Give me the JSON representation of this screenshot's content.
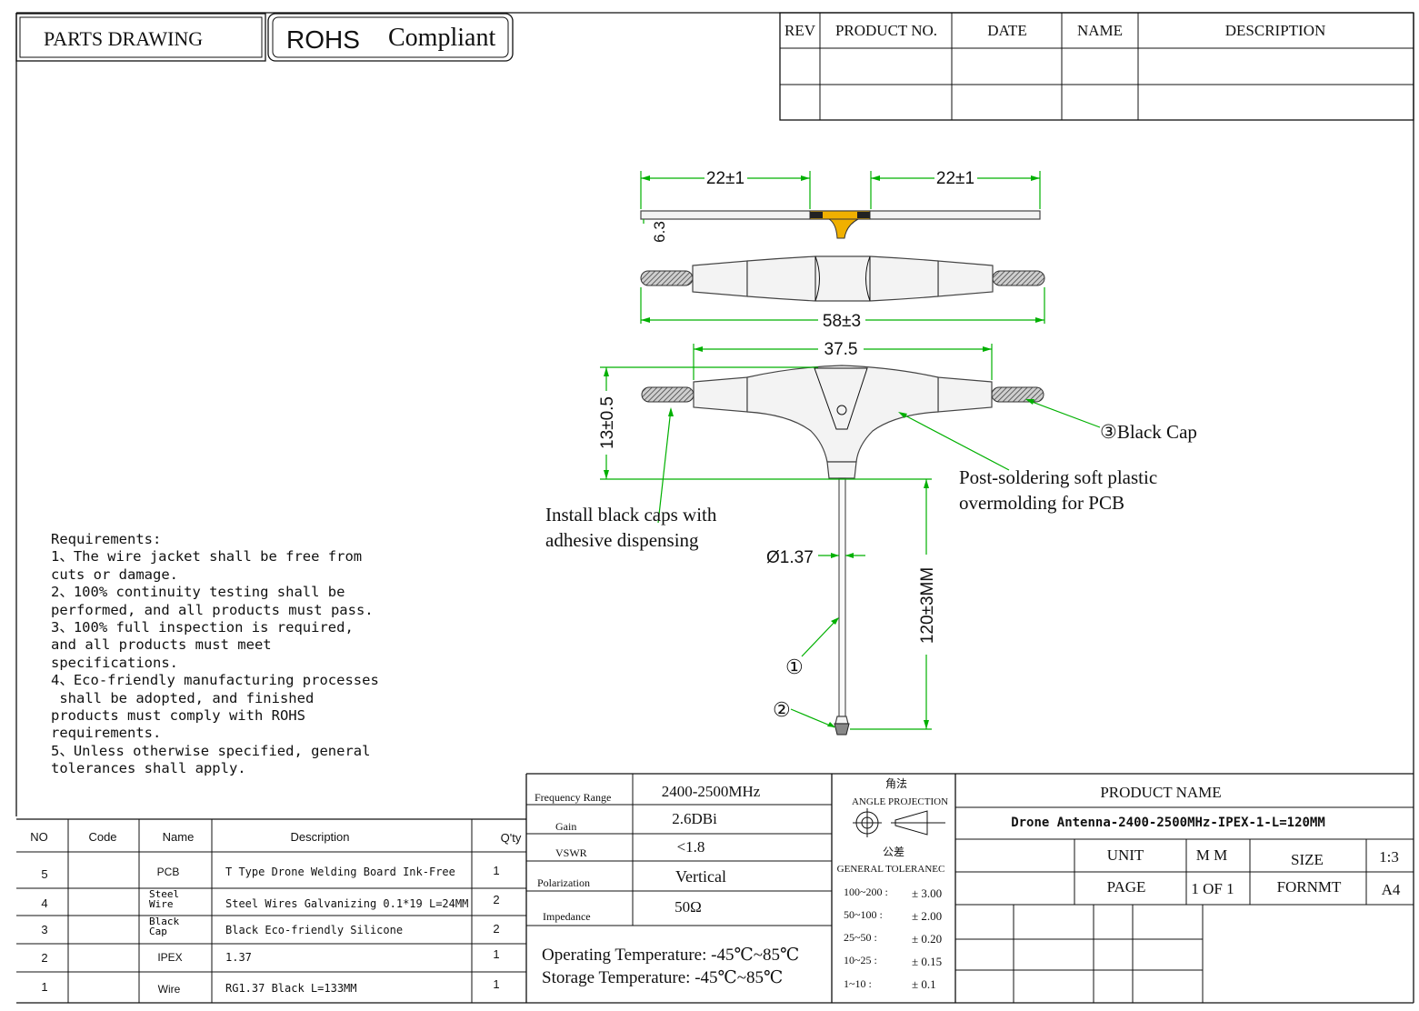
{
  "header": {
    "parts_drawing": "PARTS DRAWING",
    "rohs_word": "ROHS",
    "compliant_word": "Compliant"
  },
  "revision_table": {
    "headers": [
      "REV",
      "PRODUCT NO.",
      "DATE",
      "NAME",
      "DESCRIPTION"
    ]
  },
  "dimensions": {
    "left_arm": "22±1",
    "right_arm": "22±1",
    "thickness": "6.3",
    "overall_length": "58±3",
    "body_width": "37.5",
    "body_height": "13±0.5",
    "wire_diameter": "Ø1.37",
    "wire_length": "120±3MM"
  },
  "callouts": {
    "black_cap": "③Black Cap",
    "overmold_line1": "Post-soldering soft plastic",
    "overmold_line2": "overmolding for PCB",
    "caps_line1": "Install black caps with",
    "caps_line2": "adhesive dispensing",
    "marker_1": "①",
    "marker_2": "②"
  },
  "requirements": {
    "title": "Requirements:",
    "lines": [
      "1、The wire jacket shall be free from",
      "cuts or damage.",
      "2、100% continuity testing shall be",
      "performed, and all products must pass.",
      "3、100% full inspection is required,",
      "and all products must meet",
      "specifications.",
      "4、Eco-friendly manufacturing processes",
      " shall be adopted, and finished",
      "products must comply with ROHS",
      "requirements.",
      "5、Unless otherwise specified, general",
      "tolerances shall apply."
    ]
  },
  "bom": {
    "headers": [
      "NO",
      "Code",
      "Name",
      "Description",
      "Q'ty"
    ],
    "rows": [
      {
        "no": "5",
        "code": "",
        "name": "PCB",
        "description": "T Type Drone Welding Board Ink-Free",
        "qty": "1"
      },
      {
        "no": "4",
        "code": "",
        "name": "Steel Wire",
        "description": "Steel Wires Galvanizing 0.1*19 L=24MM",
        "qty": "2"
      },
      {
        "no": "3",
        "code": "",
        "name": "Black Cap",
        "description": "Black Eco-friendly Silicone",
        "qty": "2"
      },
      {
        "no": "2",
        "code": "",
        "name": "IPEX",
        "description": "1.37",
        "qty": "1"
      },
      {
        "no": "1",
        "code": "",
        "name": "Wire",
        "description": "RG1.37 Black L=133MM",
        "qty": "1"
      }
    ]
  },
  "specs": {
    "rows": [
      {
        "label": "Frequency Range",
        "value": "2400-2500MHz"
      },
      {
        "label": "Gain",
        "value": "2.6DBi"
      },
      {
        "label": "VSWR",
        "value": "<1.8"
      },
      {
        "label": "Polarization",
        "value": "Vertical"
      },
      {
        "label": "Impedance",
        "value": "50Ω"
      }
    ],
    "operating_temp": "Operating Temperature: -45℃~85℃",
    "storage_temp": "Storage Temperature: -45℃~85℃"
  },
  "projection": {
    "angle_cn": "角法",
    "angle_en": "ANGLE PROJECTION",
    "tolerance_cn": "公差",
    "tolerance_en": "GENERAL TOLERANEC",
    "tolerances": [
      {
        "range": "100~200 :",
        "value": "± 3.00"
      },
      {
        "range": "50~100 :",
        "value": "± 2.00"
      },
      {
        "range": "25~50 :",
        "value": "± 0.20"
      },
      {
        "range": "10~25 :",
        "value": "± 0.15"
      },
      {
        "range": "1~10 :",
        "value": "± 0.1"
      }
    ]
  },
  "title_block": {
    "product_name_label": "PRODUCT NAME",
    "product_name": "Drone Antenna-2400-2500MHz-IPEX-1-L=120MM",
    "unit_label": "UNIT",
    "unit_value": "M M",
    "size_label": "SIZE",
    "size_value": "1:3",
    "page_label": "PAGE",
    "page_value": "1 OF 1",
    "format_label": "FORNMT",
    "format_value": "A4"
  },
  "colors": {
    "line": "#111111",
    "dimension": "#00b000",
    "pcb": "#f0b000"
  }
}
